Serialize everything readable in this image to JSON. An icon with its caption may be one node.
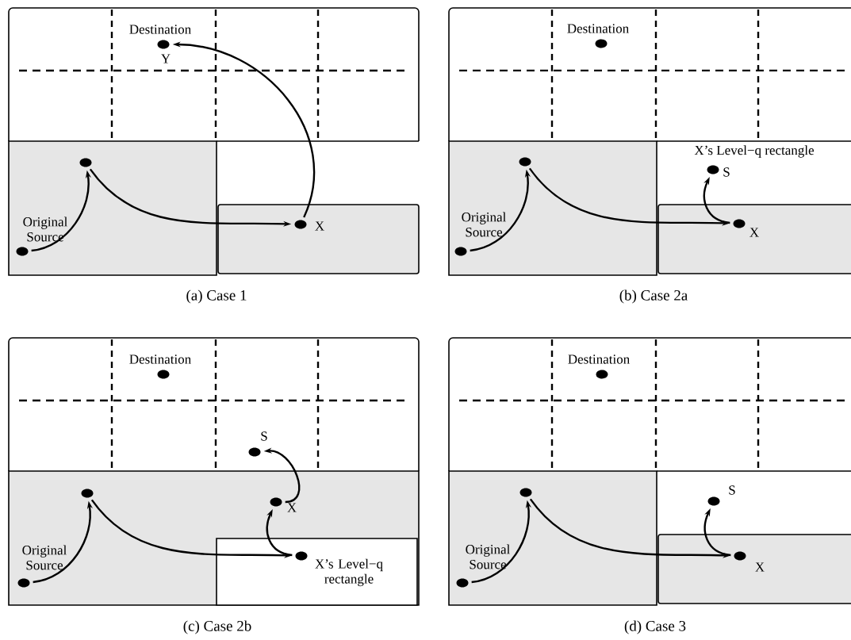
{
  "diagram": {
    "nodes": [
      {
        "text": [
          "Destination",
          "Y"
        ]
      },
      {
        "text": [],
        "shape": "circle"
      },
      {
        "text": [
          "Original Source"
        ]
      },
      {
        "text": [
          "X"
        ]
      },
      {
        "text": [
          "Destination"
        ]
      },
      {
        "text": [],
        "shape": "circle"
      },
      {
        "text": [
          "Original Source"
        ]
      },
      {
        "text": [
          "S"
        ]
      },
      {
        "text": [
          "X"
        ]
      },
      {
        "text": [
          "Destination"
        ]
      },
      {
        "text": [
          "S"
        ]
      },
      {
        "text": [],
        "shape": "circle"
      },
      {
        "text": [
          "X"
        ]
      },
      {
        "text": [],
        "shape": "circle"
      },
      {
        "text": [
          "Original Source"
        ]
      },
      {
        "text": [
          "Destination"
        ]
      },
      {
        "text": [],
        "shape": "circle"
      },
      {
        "text": [
          "S"
        ]
      },
      {
        "text": [
          "Original Source"
        ]
      },
      {
        "text": [
          "X"
        ]
      }
    ],
    "edges": [
      {
        "from": 2,
        "to": 1,
        "arrow": "to"
      },
      {
        "from": 1,
        "to": 3,
        "arrow": "to"
      },
      {
        "from": 3,
        "to": 0,
        "arrow": "to"
      },
      {
        "from": 6,
        "to": 5,
        "arrow": "to"
      },
      {
        "from": 5,
        "to": 8,
        "arrow": "to"
      },
      {
        "from": 8,
        "to": 7,
        "arrow": "to"
      },
      {
        "from": 14,
        "to": 11,
        "arrow": "to"
      },
      {
        "from": 11,
        "to": 13,
        "arrow": "to"
      },
      {
        "from": 13,
        "to": 12,
        "arrow": "to"
      },
      {
        "from": 12,
        "to": 10,
        "arrow": "to"
      },
      {
        "from": 18,
        "to": 16,
        "arrow": "to"
      },
      {
        "from": 16,
        "to": 19,
        "arrow": "to"
      },
      {
        "from": 19,
        "to": 17,
        "arrow": "to"
      }
    ],
    "labels": [
      "(a) Case 1",
      "X’s Level−q rectangle",
      "(b) Case 2a",
      "X’s Level−q rectangle",
      "(c) Case 2b",
      "(d) Case 3"
    ]
  }
}
